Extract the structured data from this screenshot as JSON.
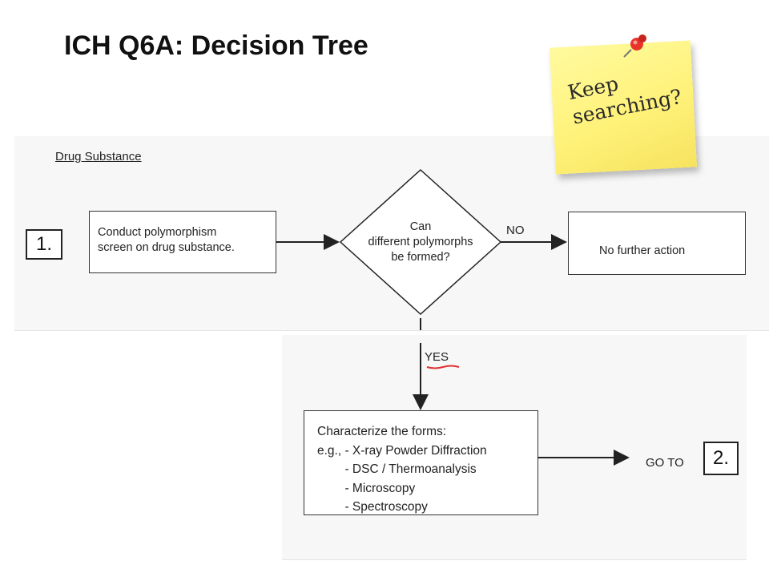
{
  "title": "ICH Q6A: Decision Tree",
  "section_label": "Drug Substance",
  "step1": {
    "number": "1.",
    "box_text": "Conduct polymorphism\nscreen on drug substance."
  },
  "decision": {
    "text": "Can\ndifferent polymorphs\nbe formed?",
    "no_label": "NO",
    "yes_label": "YES"
  },
  "no_action": {
    "text": "No further action"
  },
  "characterize": {
    "text": "Characterize the forms:\ne.g., - X-ray Powder Diffraction\n        - DSC / Thermoanalysis\n        - Microscopy\n        - Spectroscopy"
  },
  "goto": {
    "label": "GO TO",
    "number": "2."
  },
  "sticky_note": {
    "text": "Keep\nsearching?",
    "pin_icon": "pushpin-icon",
    "color": "#fff27a"
  },
  "colors": {
    "line": "#222222",
    "yes_underline": "#e03030",
    "pin": "#e8332b"
  }
}
